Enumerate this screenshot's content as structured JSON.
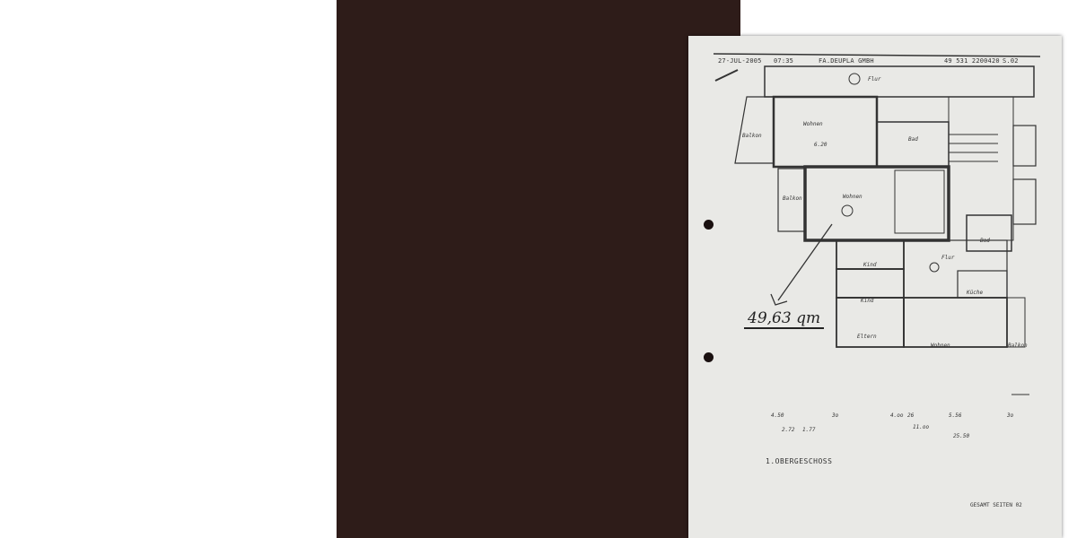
{
  "fax_header": {
    "date": "27-JUL-2005",
    "time": "07:35",
    "sender": "FA.DEUPLA GMBH",
    "phone": "49 531 2200420",
    "page": "S.02"
  },
  "handwritten_area": "49,63 qm",
  "floor_title": "1.OBERGESCHOSS",
  "footer": "GESAMT SEITEN 02",
  "rooms": [
    "Wohnen",
    "6.20",
    "Balkon",
    "Wohnen",
    "Balkon",
    "Bad",
    "Flur",
    "Kind",
    "Kind",
    "Eltern",
    "Wohnen",
    "Küche",
    "Balkon",
    "Bad",
    "Flur"
  ],
  "dimensions": [
    "4.50",
    "3o",
    "4.oo",
    "26",
    "5.56",
    "3o",
    "2.72",
    "1.77",
    "11.oo",
    "25.50"
  ]
}
